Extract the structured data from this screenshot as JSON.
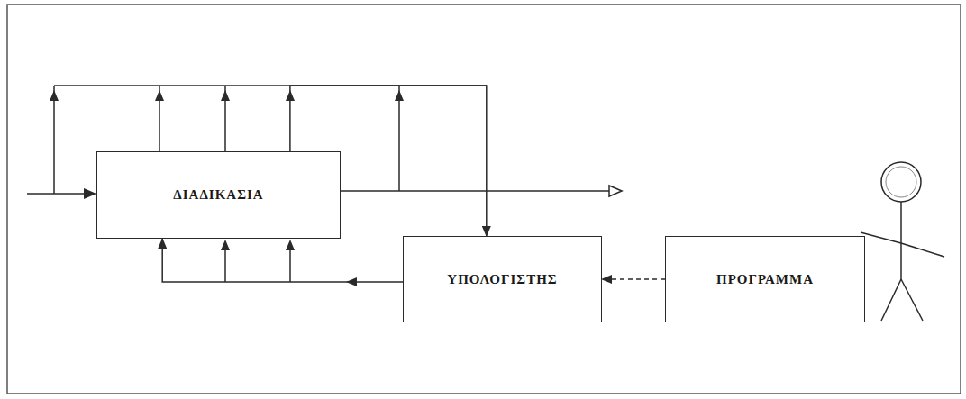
{
  "diagram": {
    "nodes": [
      {
        "text": [
          "ΔΙΑΔΙΚΑΣΙΑ"
        ]
      },
      {
        "text": [
          "ΥΠΟΛΟΓΙΣΤΗΣ"
        ]
      },
      {
        "text": [
          "ΠΡΟΓΡΑΜΜΑ"
        ]
      }
    ],
    "edges": [
      {
        "from": 0,
        "to": 1,
        "arrow": "to"
      },
      {
        "from": 1,
        "to": 0,
        "arrow": "to"
      },
      {
        "from": 2,
        "to": 1,
        "arrow": "to"
      }
    ]
  }
}
